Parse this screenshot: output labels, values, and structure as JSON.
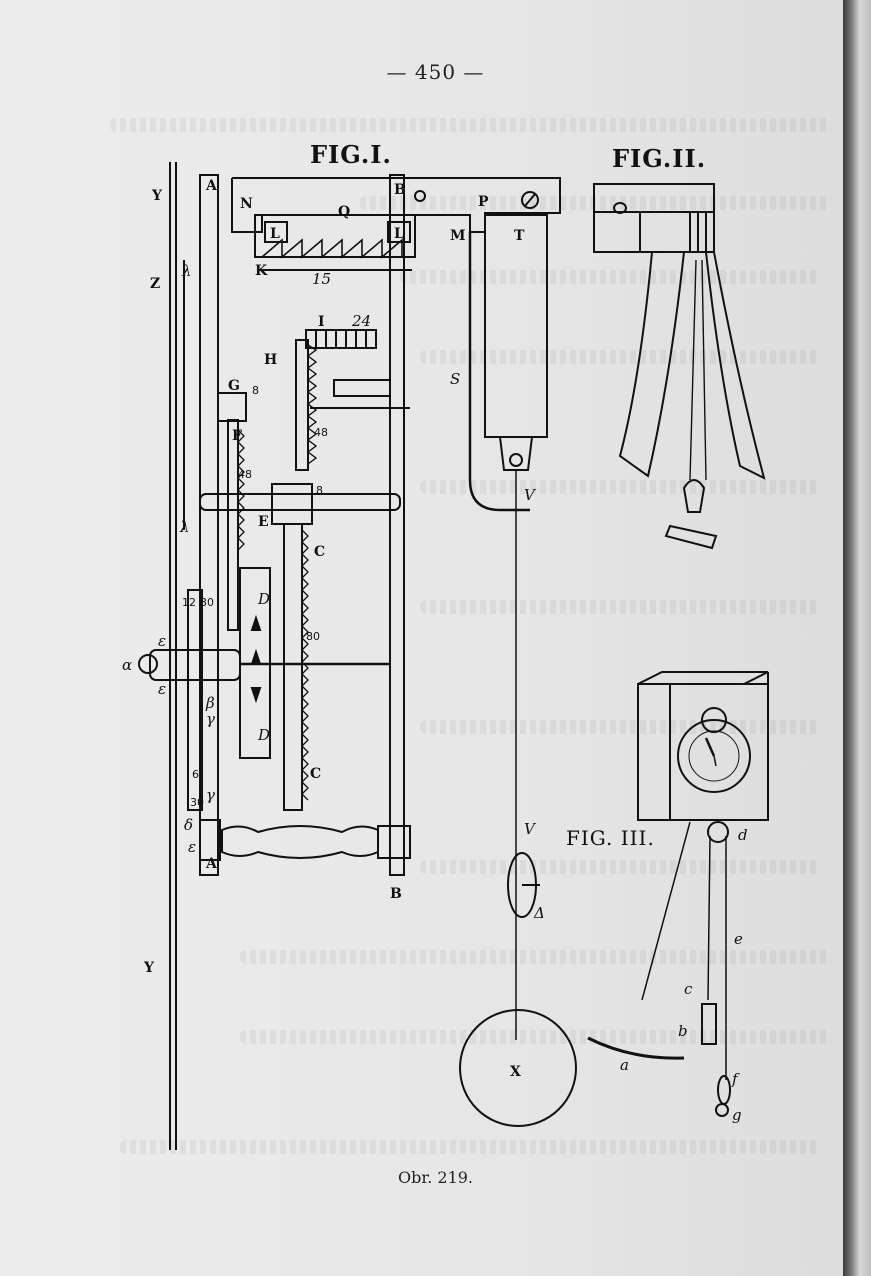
{
  "page_number": "— 450 —",
  "figures": {
    "fig1": {
      "title": "FIG.I.",
      "labels": [
        "Y",
        "A",
        "N",
        "B",
        "P",
        "Q",
        "L",
        "L",
        "M",
        "T",
        "K",
        "15",
        "Z",
        "λ",
        "I",
        "24",
        "H",
        "S",
        "G",
        "8",
        "F",
        "48",
        "48",
        "E",
        "8",
        "C",
        "V",
        "λ",
        "D",
        "30",
        "12",
        "80",
        "α",
        "ε",
        "ε",
        "β",
        "γ",
        "γ",
        "D",
        "C",
        "30",
        "δ",
        "6",
        "ε",
        "A",
        "B",
        "V",
        "Δ",
        "X",
        "Y"
      ]
    },
    "fig2": {
      "title": "FIG.II."
    },
    "fig3": {
      "title": "FIG. III.",
      "labels": [
        "d",
        "e",
        "c",
        "b",
        "a",
        "f",
        "g"
      ]
    }
  },
  "caption": "Obr. 219."
}
